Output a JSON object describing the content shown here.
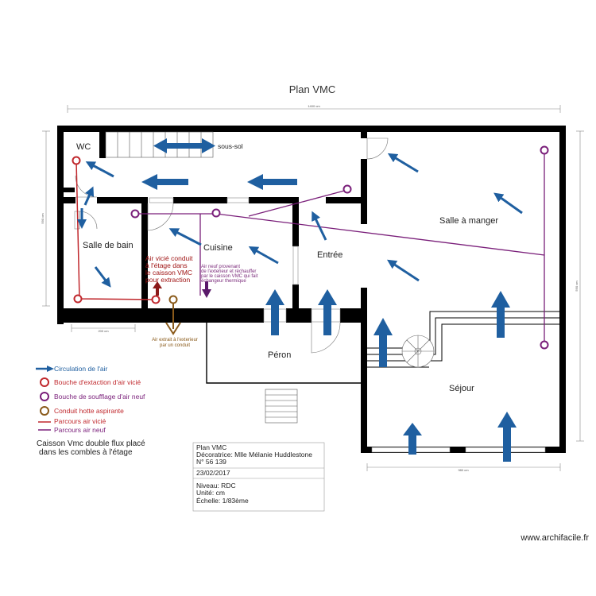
{
  "title": "Plan VMC",
  "dimensions": {
    "top": "1400 cm",
    "left": "590 cm",
    "right": "590 cm",
    "bottom_left": "200 cm",
    "bottom_right": "980 cm"
  },
  "rooms": {
    "wc": "WC",
    "sous_sol": "sous-sol",
    "salle_de_bain": "Salle de bain",
    "cuisine": "Cuisine",
    "entree": "Entrée",
    "salle_a_manger": "Salle à manger",
    "peron": "Péron",
    "sejour": "Séjour"
  },
  "notes": {
    "air_vicie": [
      "Air vicié conduit",
      "à l'étage dans",
      "le caisson VMC",
      "pour extraction"
    ],
    "air_neuf": [
      "Air neuf provenant",
      "de l'exterieur et réchauffer",
      "par le caisson VMC qui fait",
      "échangeur thermique"
    ],
    "air_extrait": [
      "Air extrait à l'exterieur",
      "par un conduit"
    ]
  },
  "legend": [
    {
      "symbol": "arrow",
      "label": "Circulation de l'air",
      "color": "#1f5fa0"
    },
    {
      "symbol": "circle",
      "label": "Bouche d'extaction d'air vicié",
      "color": "#c0282d"
    },
    {
      "symbol": "circle",
      "label": "Bouche de soufflage d'air neuf",
      "color": "#7a1f7a"
    },
    {
      "symbol": "circle",
      "label": "Conduit hotte aspirante",
      "color": "#8a5a1a"
    },
    {
      "symbol": "line",
      "label": "Parcours air vicié",
      "color": "#c0282d"
    },
    {
      "symbol": "line",
      "label": "Parcours air neuf",
      "color": "#7a1f7a"
    }
  ],
  "caisson_note": [
    "Caisson Vmc double flux placé",
    "dans les combles à l'étage"
  ],
  "title_block": {
    "line1": "Plan VMC",
    "line2": "Décoratrice: Mlle Mélanie Huddlestone",
    "line3": "N° 56 139",
    "date": "23/02/2017",
    "niveau": "Niveau: RDC",
    "unite": "Unité: cm",
    "echelle": "Échelle: 1/83ème"
  },
  "brand": "www.archifacile.fr",
  "colors": {
    "wall": "#000000",
    "airflow": "#1f5fa0",
    "extraction": "#c0282d",
    "fresh": "#7a1f7a",
    "hood": "#8a5a1a",
    "dark_red": "#8b1a1a",
    "purple_dark": "#5a1a6a"
  }
}
